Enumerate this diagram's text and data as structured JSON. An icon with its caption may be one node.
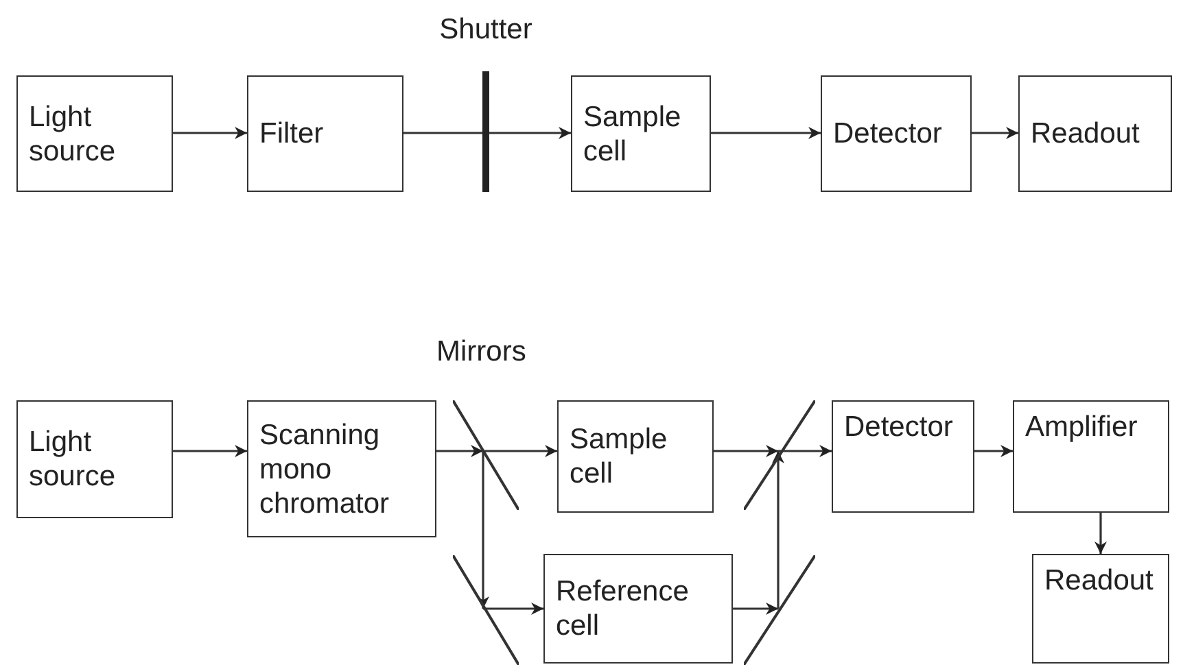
{
  "diagram": {
    "nodes": [
      {
        "text": [
          "Light source"
        ]
      },
      {
        "text": [
          "Filter"
        ]
      },
      {
        "text": [],
        "shape": "bar",
        "beside": [
          "Shutter"
        ]
      },
      {
        "text": [
          "Sample cell"
        ]
      },
      {
        "text": [
          "Detector"
        ]
      },
      {
        "text": [
          "Readout"
        ]
      },
      {
        "text": [
          "Light source"
        ]
      },
      {
        "text": [
          "Scanning mono chromator"
        ]
      },
      {
        "text": [],
        "shape": "line"
      },
      {
        "text": [
          "Sample cell"
        ]
      },
      {
        "text": [],
        "shape": "line"
      },
      {
        "text": [
          "Detector"
        ]
      },
      {
        "text": [
          "Amplifier"
        ]
      },
      {
        "text": [],
        "shape": "line"
      },
      {
        "text": [
          "Reference cell"
        ]
      },
      {
        "text": [],
        "shape": "line"
      },
      {
        "text": [
          "Readout"
        ]
      }
    ],
    "edges": [
      {
        "from": 0,
        "to": 1,
        "arrow": "to"
      },
      {
        "from": 1,
        "to": 2,
        "arrow": "none"
      },
      {
        "from": 2,
        "to": 3,
        "arrow": "to"
      },
      {
        "from": 3,
        "to": 4,
        "arrow": "to"
      },
      {
        "from": 4,
        "to": 5,
        "arrow": "to"
      },
      {
        "from": 6,
        "to": 7,
        "arrow": "to"
      },
      {
        "from": 7,
        "to": 8,
        "arrow": "to"
      },
      {
        "from": 8,
        "to": 9,
        "arrow": "to"
      },
      {
        "from": 8,
        "to": 13,
        "arrow": "to"
      },
      {
        "from": 13,
        "to": 14,
        "arrow": "to"
      },
      {
        "from": 9,
        "to": 10,
        "arrow": "to"
      },
      {
        "from": 14,
        "to": 15,
        "arrow": "to"
      },
      {
        "from": 15,
        "to": 10,
        "arrow": "to"
      },
      {
        "from": 10,
        "to": 11,
        "arrow": "to"
      },
      {
        "from": 11,
        "to": 12,
        "arrow": "to"
      },
      {
        "from": 12,
        "to": 16,
        "arrow": "to"
      }
    ],
    "labels": [
      "Mirrors"
    ]
  }
}
